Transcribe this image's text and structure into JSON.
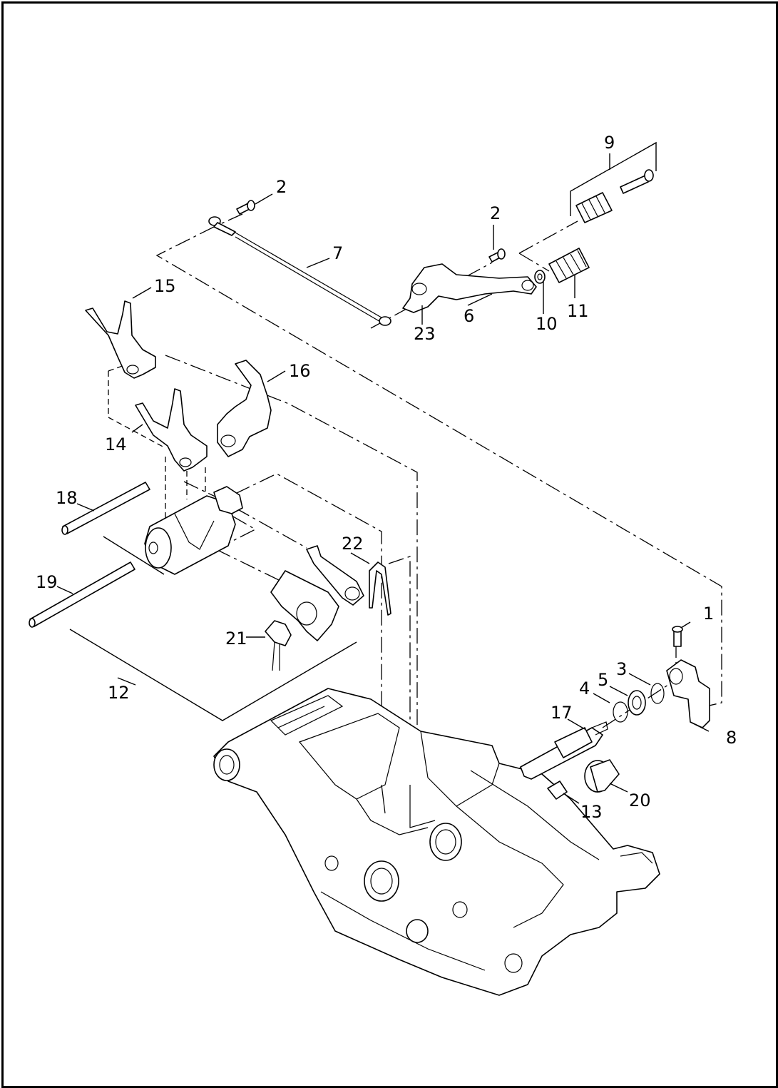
{
  "diagram": {
    "callouts": {
      "c1": "1",
      "c2a": "2",
      "c2b": "2",
      "c3": "3",
      "c4": "4",
      "c5": "5",
      "c6": "6",
      "c7": "7",
      "c8": "8",
      "c9": "9",
      "c10": "10",
      "c11": "11",
      "c12": "12",
      "c13": "13",
      "c14": "14",
      "c15": "15",
      "c16": "16",
      "c17": "17",
      "c18": "18",
      "c19": "19",
      "c20": "20",
      "c21": "21",
      "c22": "22",
      "c23": "23"
    }
  }
}
